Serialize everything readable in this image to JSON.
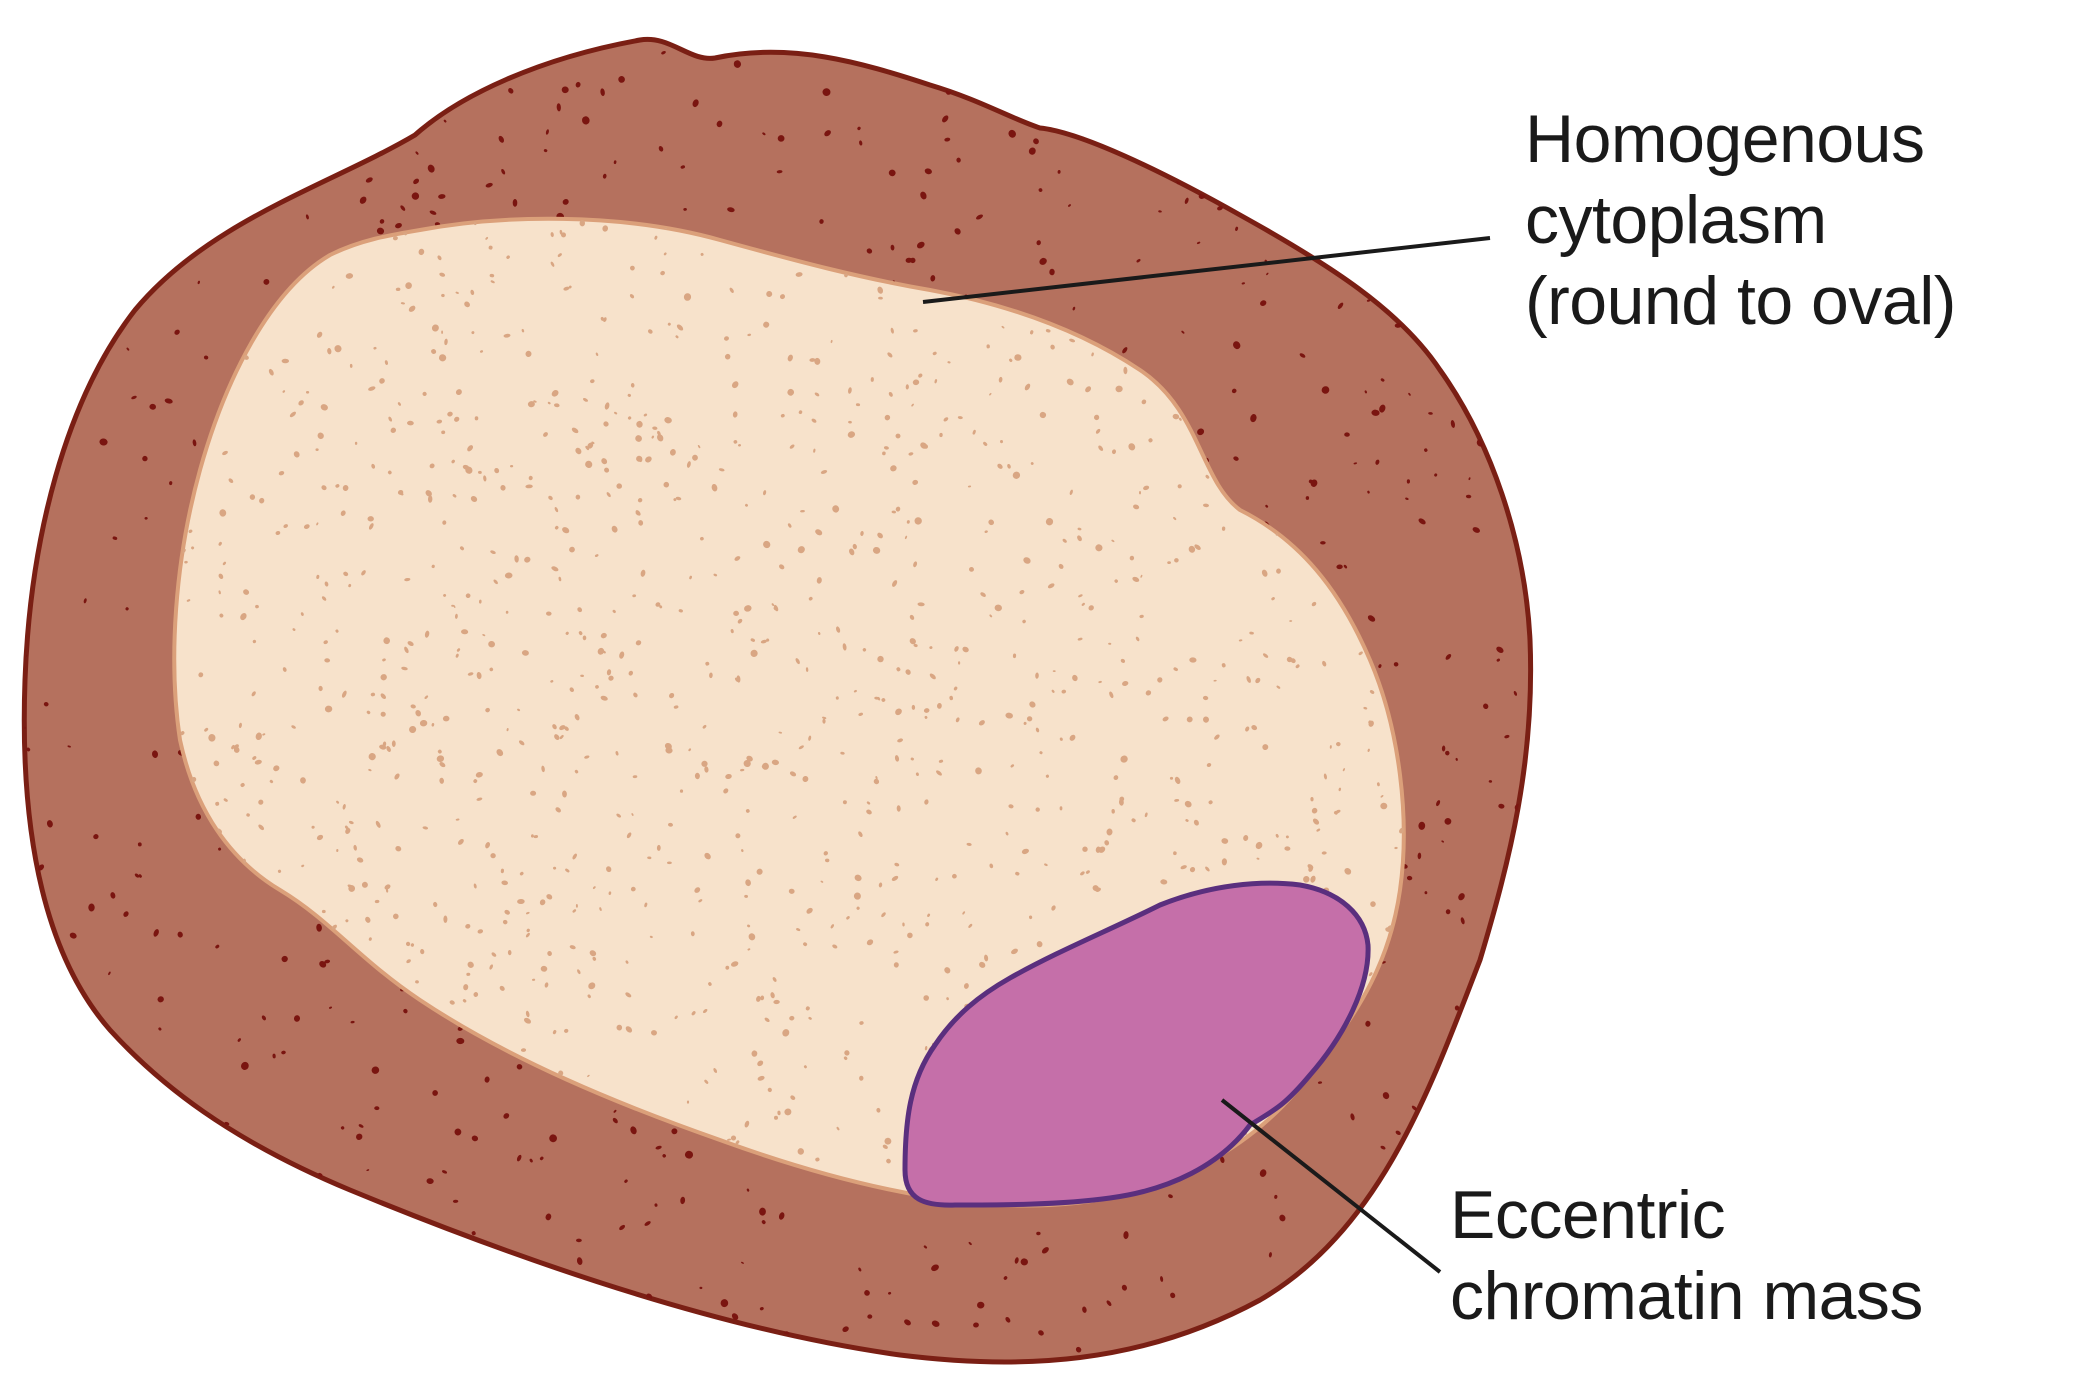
{
  "labels": {
    "cytoplasm": {
      "lines": [
        "Homogenous",
        "cytoplasm",
        "(round to oval)"
      ]
    },
    "chromatin": {
      "lines": [
        "Eccentric",
        "chromatin mass"
      ]
    }
  },
  "colors": {
    "cell_outer_fill": "#b5715e",
    "cell_outline": "#7a1f14",
    "outer_speckle": "#7a1510",
    "cytoplasm_fill": "#f7e2cb",
    "cytoplasm_outline": "#dba07a",
    "cytoplasm_speckle": "#d9a683",
    "nucleus_fill": "#c56fa9",
    "nucleus_outline": "#5a2f7e",
    "leader_line": "#1a1a1a",
    "text": "#1a1a1a"
  }
}
